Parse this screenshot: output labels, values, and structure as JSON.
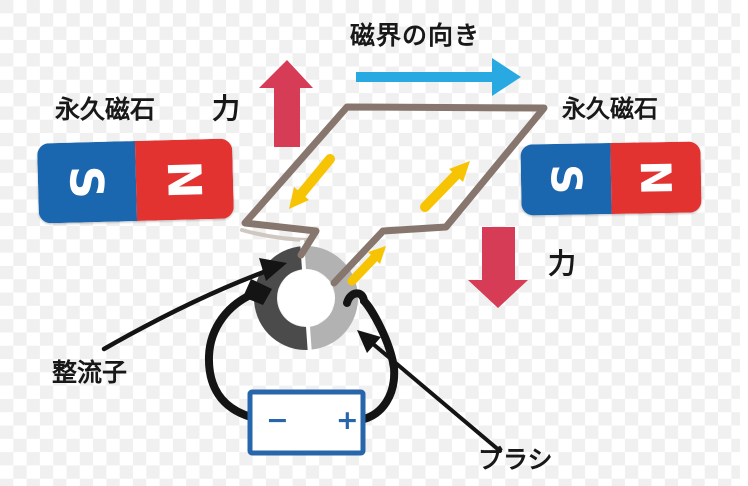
{
  "diagram": {
    "title_hint": "DC motor principle diagram",
    "field_direction_label": "磁界の向き",
    "force_label_left": "力",
    "force_label_right": "力",
    "magnet_left": {
      "label": "永久磁石",
      "south": "S",
      "north": "N"
    },
    "magnet_right": {
      "label": "永久磁石",
      "south": "S",
      "north": "N"
    },
    "commutator_label": "整流子",
    "brush_label": "ブラシ",
    "battery": {
      "minus": "−",
      "plus": "+"
    }
  },
  "colors": {
    "magnet_blue": "#1a67af",
    "magnet_red": "#e23330",
    "field_arrow_blue": "#29a9e1",
    "force_arrow_red": "#d63c55",
    "current_arrow_yellow": "#f7c404",
    "coil_brown": "#87766d",
    "commutator_dark": "#4b4b4b",
    "commutator_light": "#b2b2b2",
    "battery_border_blue": "#2866ac",
    "wire_black": "#141414",
    "background_checker": "#f0f0f0"
  }
}
